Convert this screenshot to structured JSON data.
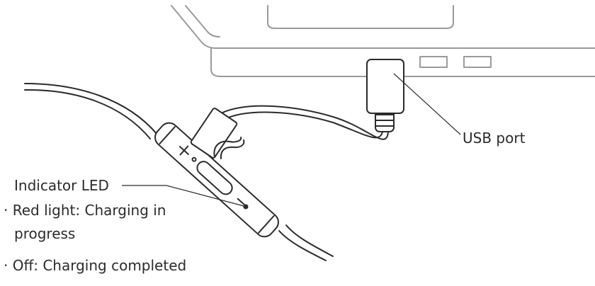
{
  "labels": {
    "usb_port": "USB port",
    "indicator_led": "Indicator LED",
    "red_light_line1": "· Red light: Charging in",
    "red_light_line2": "progress",
    "off": "· Off: Charging completed"
  },
  "colors": {
    "stroke": "#2b2b2b",
    "laptop_stroke": "#9a9a9a",
    "background": "#ffffff"
  }
}
